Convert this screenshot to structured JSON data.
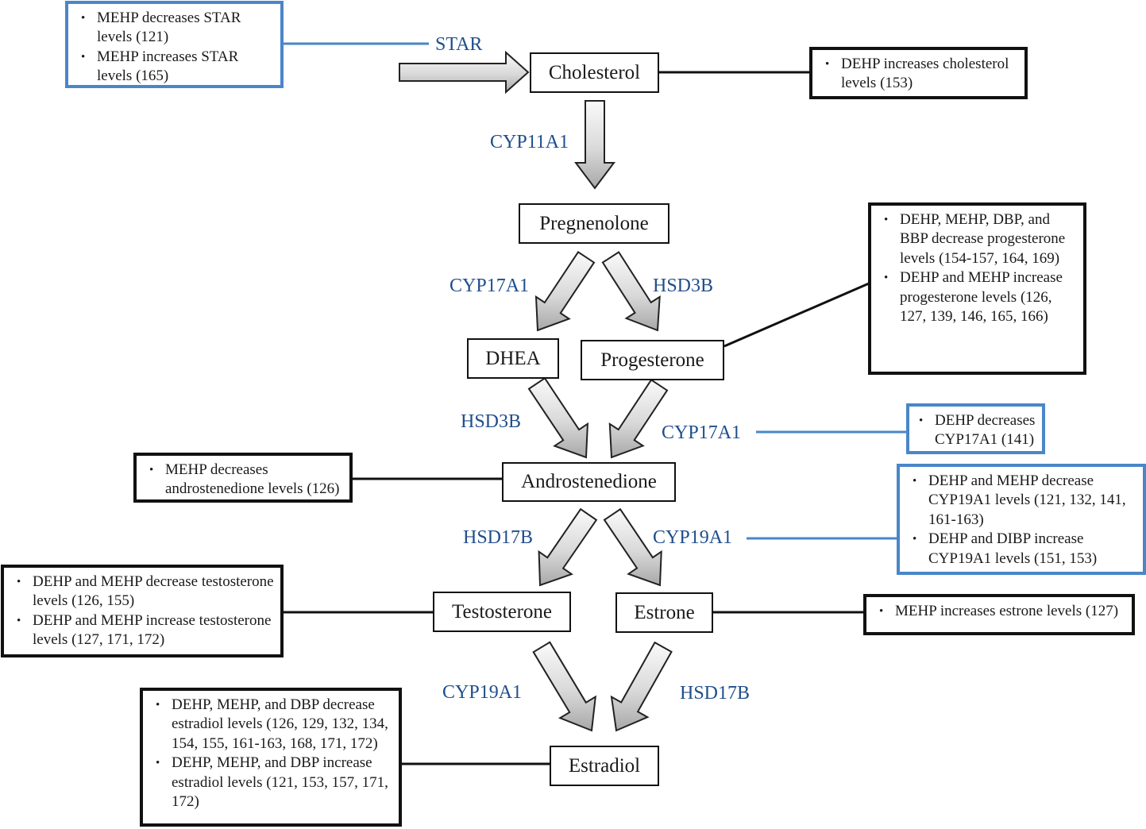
{
  "nodes": {
    "cholesterol": "Cholesterol",
    "pregnenolone": "Pregnenolone",
    "dhea": "DHEA",
    "progesterone": "Progesterone",
    "androstenedione": "Androstenedione",
    "testosterone": "Testosterone",
    "estrone": "Estrone",
    "estradiol": "Estradiol"
  },
  "enzymes": {
    "star": "STAR",
    "cyp11a1": "CYP11A1",
    "cyp17a1_left": "CYP17A1",
    "hsd3b_right": "HSD3B",
    "hsd3b_left": "HSD3B",
    "cyp17a1_right": "CYP17A1",
    "hsd17b_left": "HSD17B",
    "cyp19a1_right": "CYP19A1",
    "cyp19a1_bottom": "CYP19A1",
    "hsd17b_bottom": "HSD17B"
  },
  "notes": {
    "star": [
      "MEHP decreases STAR levels (121)",
      "MEHP increases STAR levels (165)"
    ],
    "cholesterol": [
      "DEHP increases cholesterol levels (153)"
    ],
    "progesterone": [
      "DEHP, MEHP, DBP, and BBP decrease progesterone levels (154-157, 164, 169)",
      "DEHP and MEHP increase progesterone levels (126, 127, 139, 146, 165, 166)"
    ],
    "cyp17a1": [
      "DEHP decreases CYP17A1 (141)"
    ],
    "androstenedione": [
      "MEHP decreases androstenedione levels (126)"
    ],
    "cyp19a1": [
      "DEHP and MEHP decrease CYP19A1 levels (121, 132, 141, 161-163)",
      "DEHP and DIBP increase CYP19A1 levels (151, 153)"
    ],
    "testosterone": [
      "DEHP and MEHP decrease testosterone levels (126, 155)",
      "DEHP and MEHP increase testosterone levels (127, 171, 172)"
    ],
    "estrone": [
      "MEHP increases estrone levels (127)"
    ],
    "estradiol": [
      "DEHP, MEHP, and DBP decrease estradiol levels (126, 129, 132, 134, 154, 155, 161-163, 168, 171, 172)",
      "DEHP, MEHP, and DBP increase estradiol levels (121, 153, 157, 171, 172)"
    ]
  },
  "colors": {
    "enzyme_text": "#1f4e8c",
    "blue_border": "#4a86c8",
    "black_border": "#111111"
  }
}
